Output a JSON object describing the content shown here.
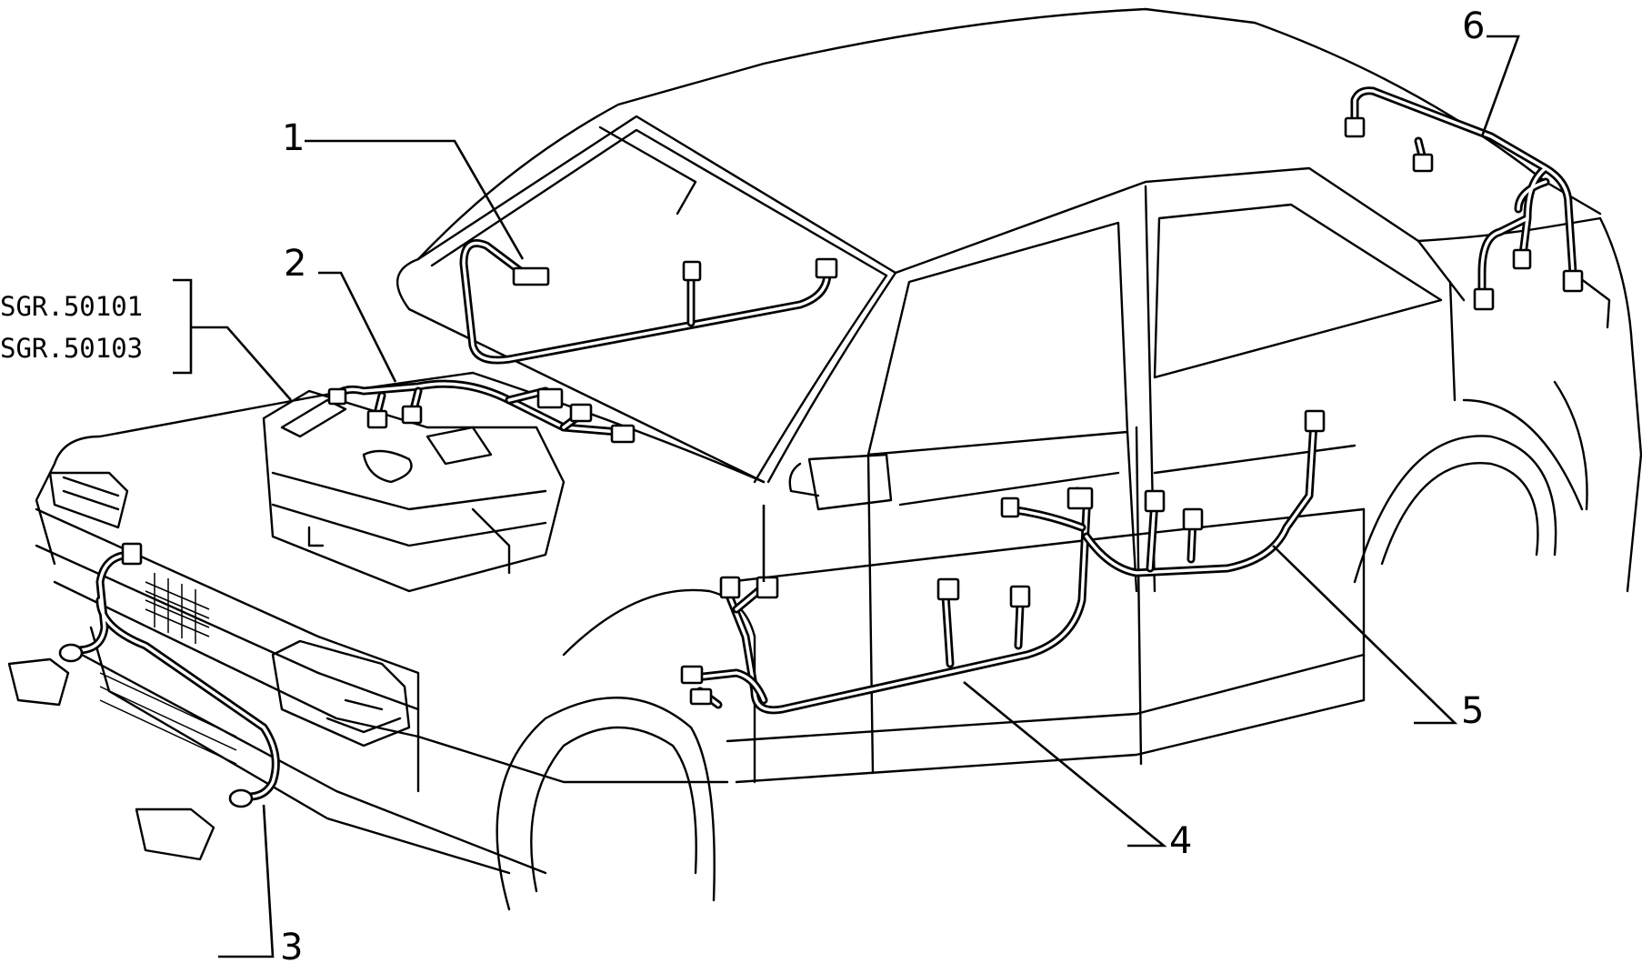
{
  "diagram": {
    "callouts": [
      {
        "id": "1",
        "text": "1"
      },
      {
        "id": "2",
        "text": "2"
      },
      {
        "id": "3",
        "text": "3"
      },
      {
        "id": "4",
        "text": "4"
      },
      {
        "id": "5",
        "text": "5"
      },
      {
        "id": "6",
        "text": "6"
      }
    ],
    "variant_codes": [
      "SGR.50101",
      "SGR.50103"
    ]
  }
}
